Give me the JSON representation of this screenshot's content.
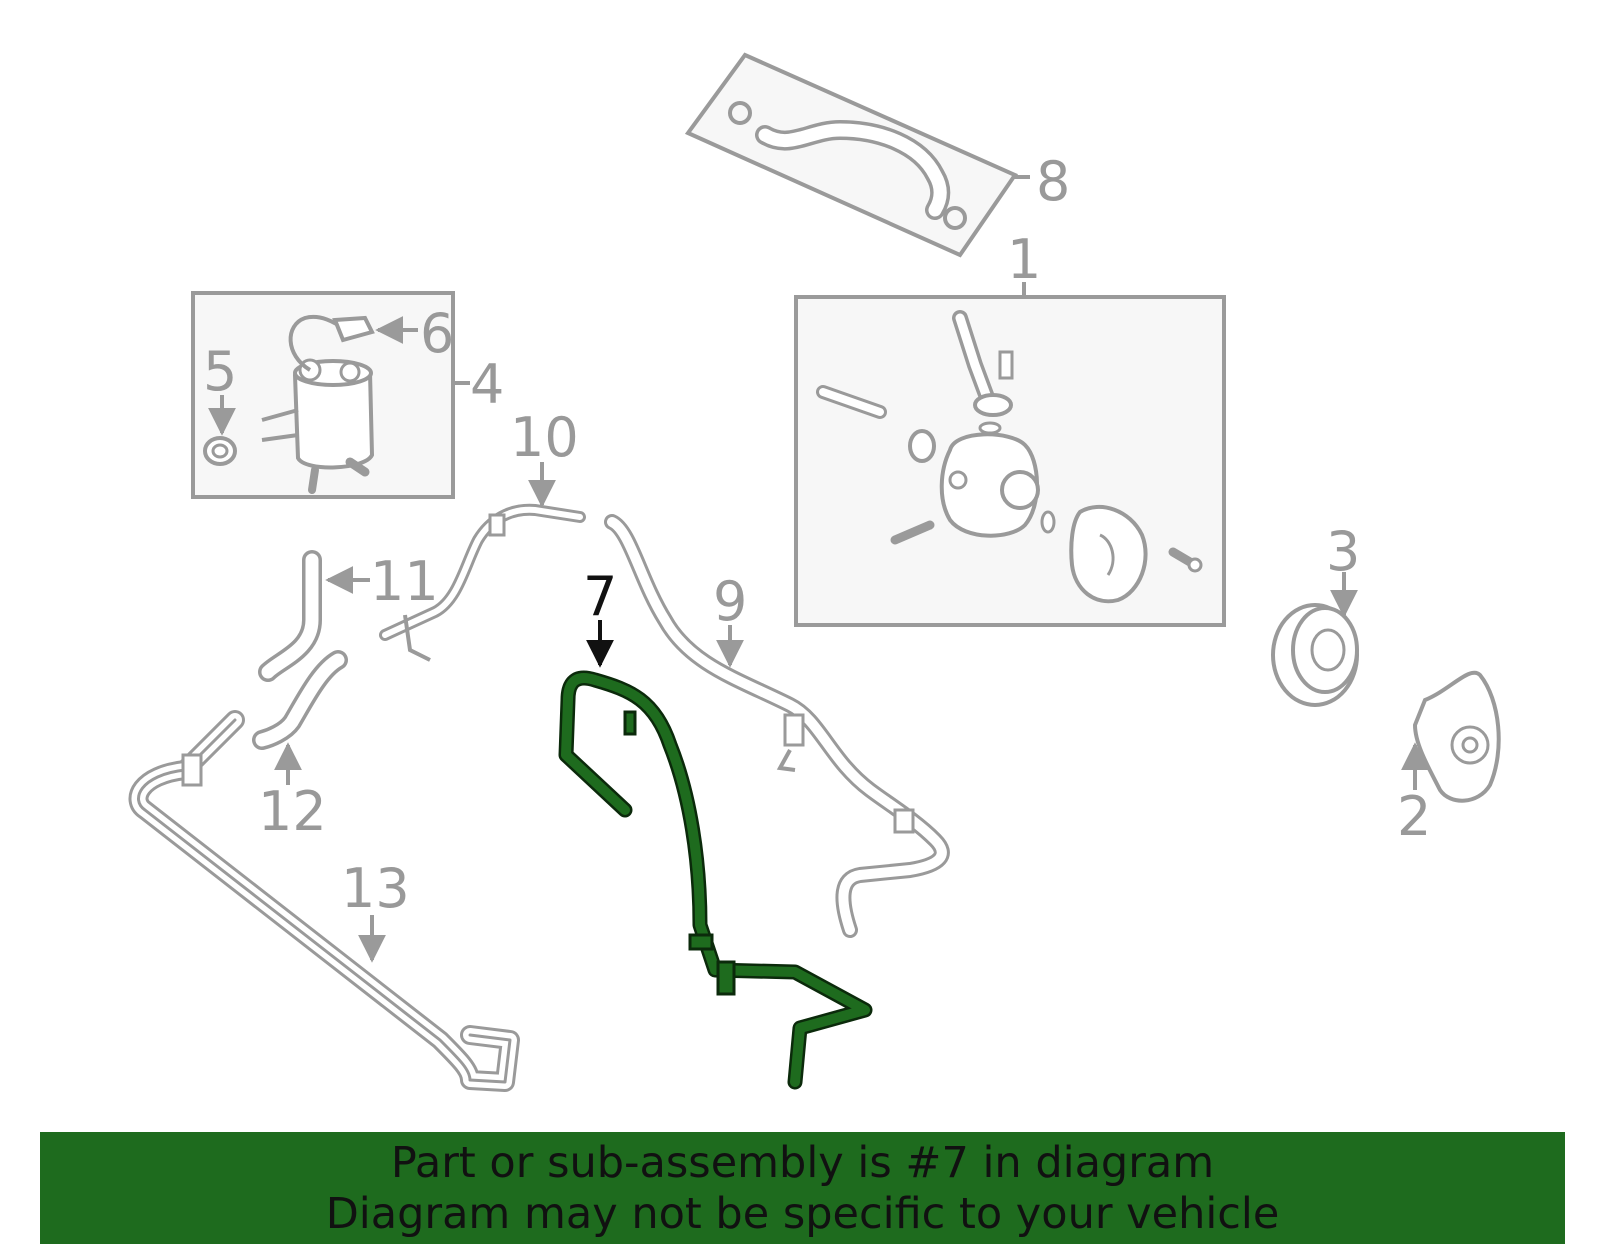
{
  "colors": {
    "line": "#9a9a9a",
    "box_fill": "#f7f7f7",
    "highlight": "#1e6b1e",
    "highlight_outline": "#0b2a0b",
    "banner_bg": "#1e6b1e",
    "text": "#111111"
  },
  "callouts": {
    "c1": "1",
    "c2": "2",
    "c3": "3",
    "c4": "4",
    "c5": "5",
    "c6": "6",
    "c7": "7",
    "c8": "8",
    "c9": "9",
    "c10": "10",
    "c11": "11",
    "c12": "12",
    "c13": "13"
  },
  "highlighted_part": "7",
  "banner": {
    "line1": "Part or sub-assembly is #7 in diagram",
    "line2": "Diagram may not be specific to your vehicle"
  }
}
